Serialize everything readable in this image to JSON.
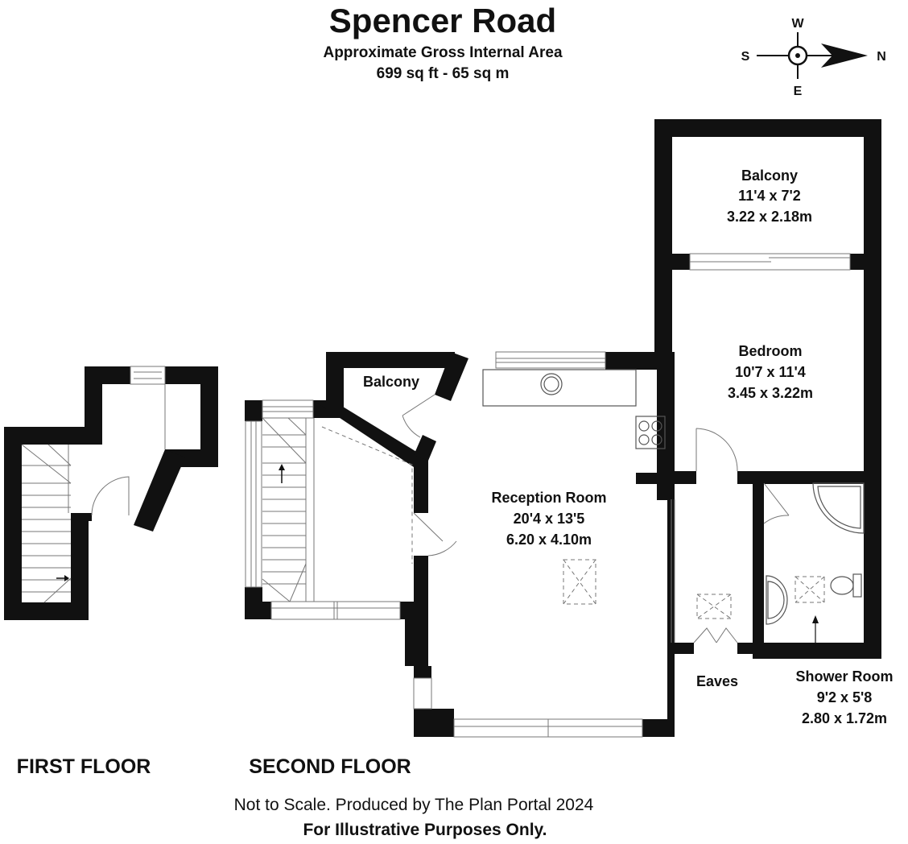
{
  "header": {
    "title": "Spencer Road",
    "area_label": "Approximate Gross Internal Area",
    "area_value": "699 sq ft - 65 sq m"
  },
  "compass": {
    "west": "W",
    "south": "S",
    "east": "E",
    "north": "N"
  },
  "rooms": {
    "balcony_north": {
      "name": "Balcony",
      "imperial": "11'4 x 7'2",
      "metric": "3.22 x 2.18m"
    },
    "bedroom": {
      "name": "Bedroom",
      "imperial": "10'7 x 11'4",
      "metric": "3.45 x 3.22m"
    },
    "balcony_small": {
      "name": "Balcony"
    },
    "reception": {
      "name": "Reception Room",
      "imperial": "20'4 x 13'5",
      "metric": "6.20 x 4.10m"
    },
    "eaves": {
      "name": "Eaves"
    },
    "shower": {
      "name": "Shower Room",
      "imperial": "9'2 x 5'8",
      "metric": "2.80 x 1.72m"
    }
  },
  "floors": {
    "first": "FIRST FLOOR",
    "second": "SECOND FLOOR"
  },
  "footer": {
    "scale_note": "Not to Scale. Produced by The Plan Portal 2024",
    "disclaimer": "For Illustrative Purposes Only."
  }
}
